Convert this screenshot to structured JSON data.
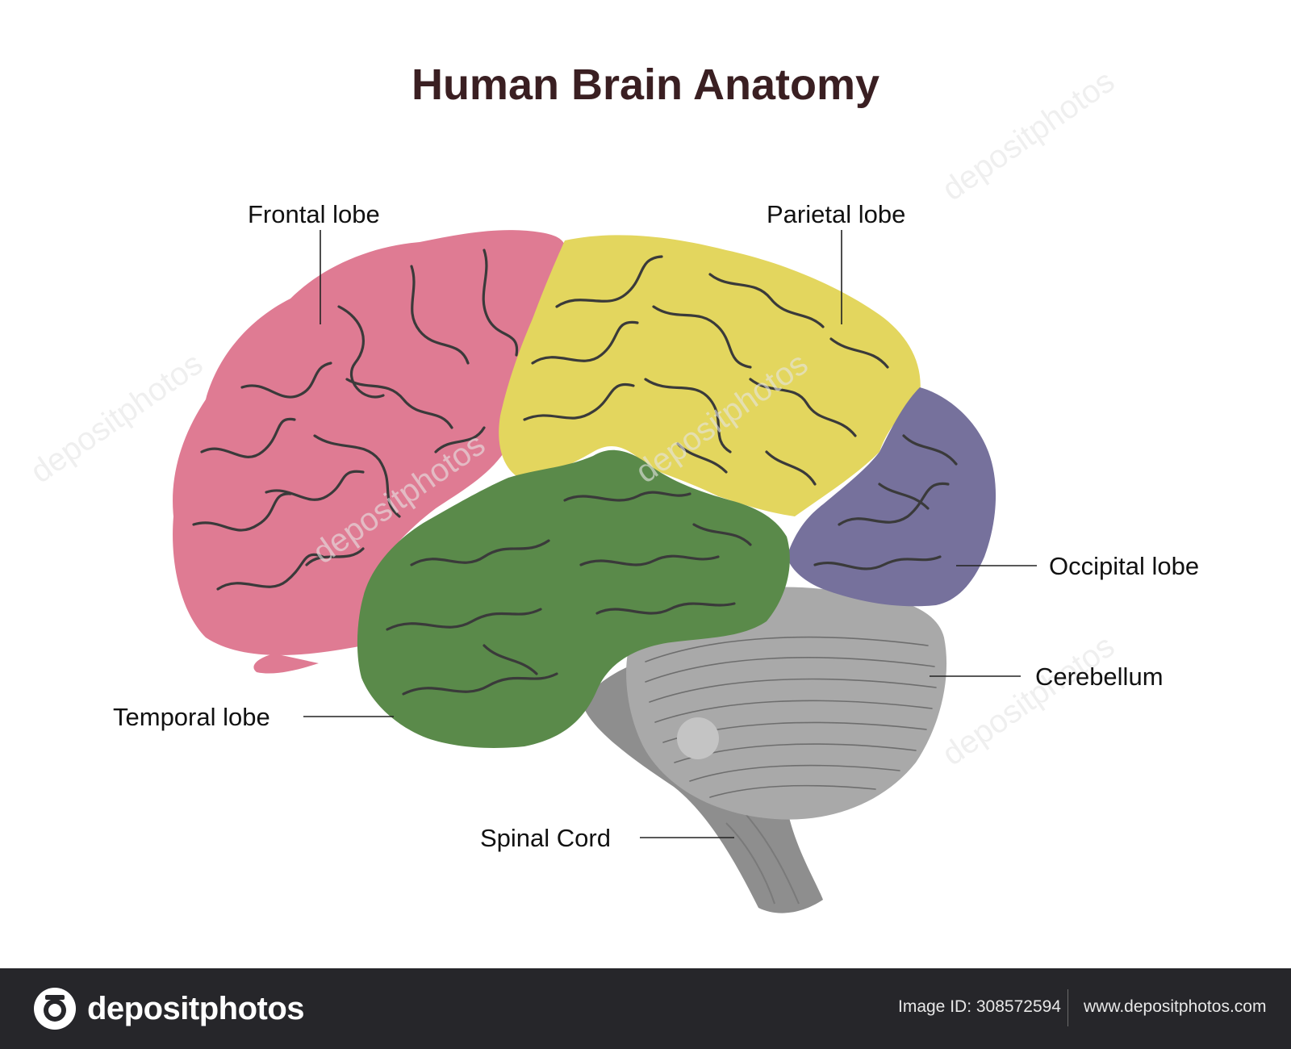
{
  "title": "Human Brain Anatomy",
  "labels": {
    "frontal": "Frontal lobe",
    "parietal": "Parietal lobe",
    "occipital": "Occipital lobe",
    "cerebellum": "Cerebellum",
    "temporal": "Temporal lobe",
    "spinal": "Spinal Cord"
  },
  "colors": {
    "frontal": "#df7b93",
    "parietal": "#e3d65e",
    "occipital": "#76719c",
    "temporal": "#5a8a4a",
    "cerebellum": "#a9a9a9",
    "brainstem": "#8e8e8e",
    "sulcus": "#3a3a3a"
  },
  "watermark": "depositphotos",
  "footer": {
    "brand": "depositphotos",
    "image_id": "Image ID: 308572594",
    "website": "www.depositphotos.com"
  }
}
